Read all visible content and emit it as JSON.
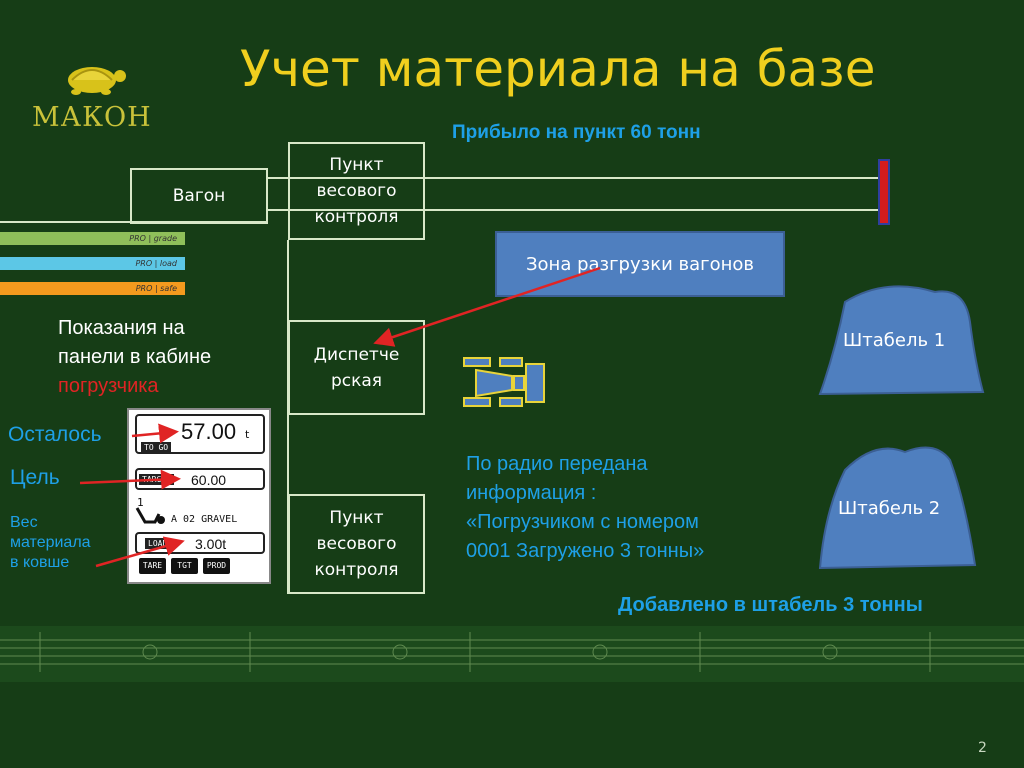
{
  "slide": {
    "title": "Учет материала на базе",
    "logo_text": "МАКОН",
    "page_number": "2"
  },
  "strips": [
    {
      "label": "PRO | grade",
      "color": "#8fbf5a"
    },
    {
      "label": "PRO | load",
      "color": "#5cc7e6"
    },
    {
      "label": "PRO | safe",
      "color": "#f39a1e"
    }
  ],
  "boxes": {
    "wagon": "Вагон",
    "weigh_top_lines": [
      "Пункт",
      "весового",
      "контроля"
    ],
    "dispatch_lines": [
      "Диспетче",
      "рская"
    ],
    "weigh_bottom_lines": [
      "Пункт",
      "весового",
      "контроля"
    ],
    "unload_zone": "Зона разгрузки вагонов",
    "stack1": "Штабель 1",
    "stack2": "Штабель 2"
  },
  "texts": {
    "arrived": "Прибыло на пункт 60 тонн",
    "panel_caption_1": "Показания на",
    "panel_caption_2": "панели в кабине",
    "panel_caption_3": "погрузчика",
    "remaining": "Осталось",
    "target": "Цель",
    "bucket_1": "Вес",
    "bucket_2": "материала",
    "bucket_3": "в ковше",
    "radio_1": "По радио передана",
    "radio_2": "информация :",
    "radio_3": "«Погрузчиком с номером",
    "radio_4": "0001 Загружено 3 тонны»",
    "added": "Добавлено в штабель 3 тонны"
  },
  "panel": {
    "to_go_value": "57.00",
    "to_go_unit": "t",
    "to_go_tag": "TO GO",
    "target_tag": "TARGET",
    "target_value": "60.00",
    "material_line": "A  02  GRAVEL",
    "load_tag": "LOAD",
    "load_value": "3.00t",
    "bucket_count": "1",
    "buttons": [
      "TARE",
      "TGT",
      "PROD"
    ]
  },
  "colors": {
    "title": "#f0cf1e",
    "accent_cyan": "#1ea0e6",
    "stack_blue": "#4f7fbf",
    "arrow_red": "#e02424"
  }
}
